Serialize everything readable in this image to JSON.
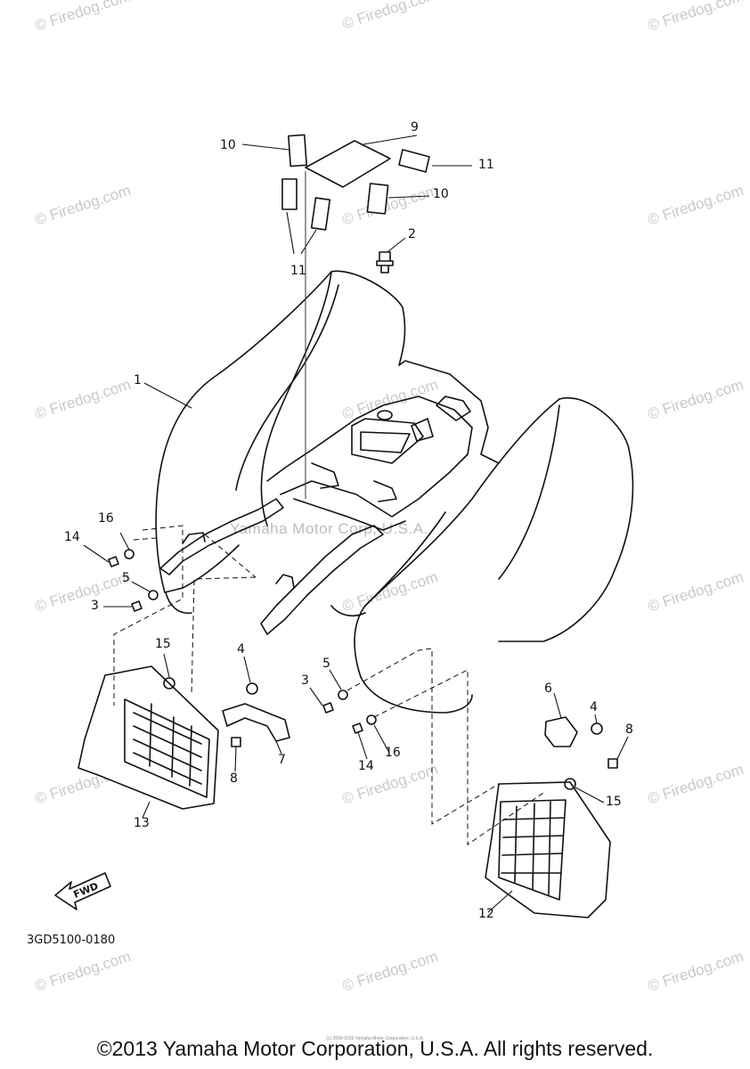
{
  "watermark": {
    "text": "© Firedog.com",
    "center_text": "Yamaha Motor Corp, U.S.A."
  },
  "callouts": {
    "c1": "1",
    "c2": "2",
    "c3a": "3",
    "c3b": "3",
    "c4a": "4",
    "c4b": "4",
    "c5a": "5",
    "c5b": "5",
    "c6": "6",
    "c7": "7",
    "c8a": "8",
    "c8b": "8",
    "c9": "9",
    "c10a": "10",
    "c10b": "10",
    "c11a": "11",
    "c11b": "11",
    "c12": "12",
    "c13": "13",
    "c14a": "14",
    "c14b": "14",
    "c15a": "15",
    "c15b": "15",
    "c16a": "16",
    "c16b": "16"
  },
  "fwd_label": "FWD",
  "part_code": "3GD5100-0180",
  "copyright": "©2013 Yamaha Motor Corporation, U.S.A. All rights reserved.",
  "tiny_text": "(c) 2000-2015 Yamaha Motor Corporation, U.S.A.",
  "colors": {
    "ink": "#111111",
    "watermark": "#c9c9c9"
  }
}
